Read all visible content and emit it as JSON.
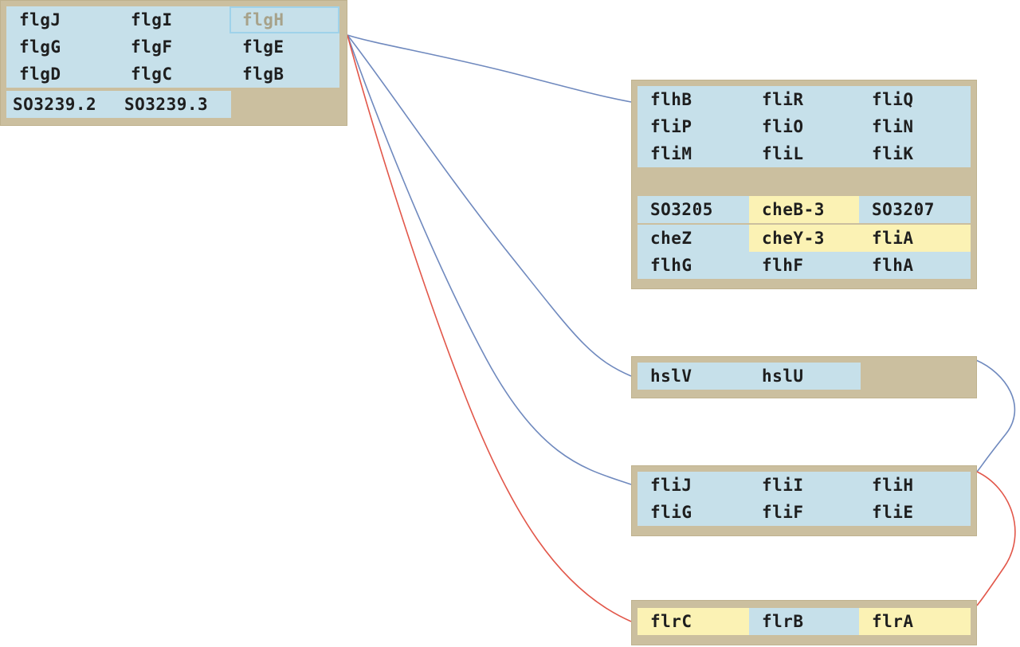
{
  "operons": [
    {
      "id": "flg",
      "cells": [
        {
          "label": "flgJ",
          "color": "blue"
        },
        {
          "label": "flgI",
          "color": "blue"
        },
        {
          "label": "flgH",
          "color": "blue",
          "state": "dim-outlined"
        },
        {
          "label": "flgG",
          "color": "blue"
        },
        {
          "label": "flgF",
          "color": "blue"
        },
        {
          "label": "flgE",
          "color": "blue"
        },
        {
          "label": "flgD",
          "color": "blue"
        },
        {
          "label": "flgC",
          "color": "blue"
        },
        {
          "label": "flgB",
          "color": "blue"
        },
        {
          "label": "SO3239.2",
          "color": "blue"
        },
        {
          "label": "SO3239.3",
          "color": "blue"
        }
      ]
    },
    {
      "id": "flh-fli",
      "cells": [
        {
          "label": "flhB",
          "color": "blue"
        },
        {
          "label": "fliR",
          "color": "blue"
        },
        {
          "label": "fliQ",
          "color": "blue"
        },
        {
          "label": "fliP",
          "color": "blue"
        },
        {
          "label": "fliO",
          "color": "blue"
        },
        {
          "label": "fliN",
          "color": "blue"
        },
        {
          "label": "fliM",
          "color": "blue"
        },
        {
          "label": "fliL",
          "color": "blue"
        },
        {
          "label": "fliK",
          "color": "blue"
        },
        {
          "label": "SO3205",
          "color": "blue"
        },
        {
          "label": "cheB-3",
          "color": "yellow"
        },
        {
          "label": "SO3207",
          "color": "blue"
        },
        {
          "label": "cheZ",
          "color": "blue"
        },
        {
          "label": "cheY-3",
          "color": "yellow"
        },
        {
          "label": "fliA",
          "color": "yellow"
        },
        {
          "label": "flhG",
          "color": "blue"
        },
        {
          "label": "flhF",
          "color": "blue"
        },
        {
          "label": "flhA",
          "color": "blue"
        }
      ]
    },
    {
      "id": "hsl",
      "cells": [
        {
          "label": "hslV",
          "color": "blue"
        },
        {
          "label": "hslU",
          "color": "blue"
        }
      ]
    },
    {
      "id": "fli-j",
      "cells": [
        {
          "label": "fliJ",
          "color": "blue"
        },
        {
          "label": "fliI",
          "color": "blue"
        },
        {
          "label": "fliH",
          "color": "blue"
        },
        {
          "label": "fliG",
          "color": "blue"
        },
        {
          "label": "fliF",
          "color": "blue"
        },
        {
          "label": "fliE",
          "color": "blue"
        }
      ]
    },
    {
      "id": "flr",
      "cells": [
        {
          "label": "flrC",
          "color": "yellow"
        },
        {
          "label": "flrB",
          "color": "blue"
        },
        {
          "label": "flrA",
          "color": "yellow"
        }
      ]
    }
  ],
  "colors": {
    "operon_bg": "#cbbf9f",
    "gene_blue": "#c6e0ea",
    "gene_yellow": "#fbf2b4",
    "link_blue": "#6f89be",
    "link_red": "#e2574a"
  },
  "links": [
    {
      "from": "flg",
      "to": "flh-fli",
      "color": "blue"
    },
    {
      "from": "flg",
      "to": "hsl",
      "color": "blue"
    },
    {
      "from": "flg",
      "to": "fli-j",
      "color": "blue"
    },
    {
      "from": "flg",
      "to": "flr",
      "color": "red"
    },
    {
      "from": "hsl",
      "to": "fli-j",
      "color": "blue"
    },
    {
      "from": "fli-j",
      "to": "flr",
      "color": "red"
    }
  ]
}
